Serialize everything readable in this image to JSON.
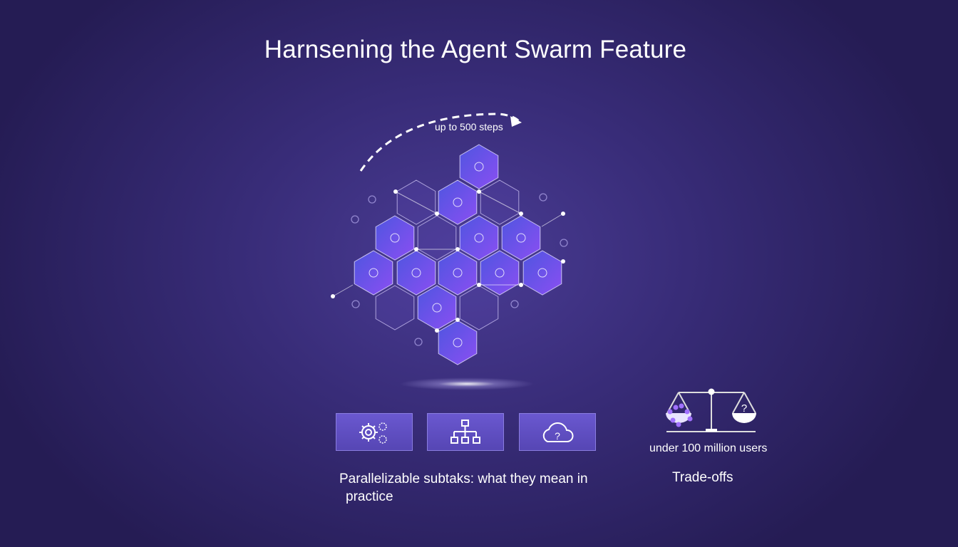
{
  "title": "Harnsening the Agent Swarm Feature",
  "steps_label": "up to 500 steps",
  "cards": [
    {
      "icon": "gears-icon"
    },
    {
      "icon": "hierarchy-icon"
    },
    {
      "icon": "cloud-question-icon"
    }
  ],
  "caption_line1": "Parallelizable subtaks: what they mean in",
  "caption_line2": "practice",
  "users_label": "under 100 million users",
  "tradeoffs_label": "Trade-offs",
  "colors": {
    "background": "#382c78",
    "hex_fill": "#6a4ff0",
    "accent": "#8a7de0"
  }
}
